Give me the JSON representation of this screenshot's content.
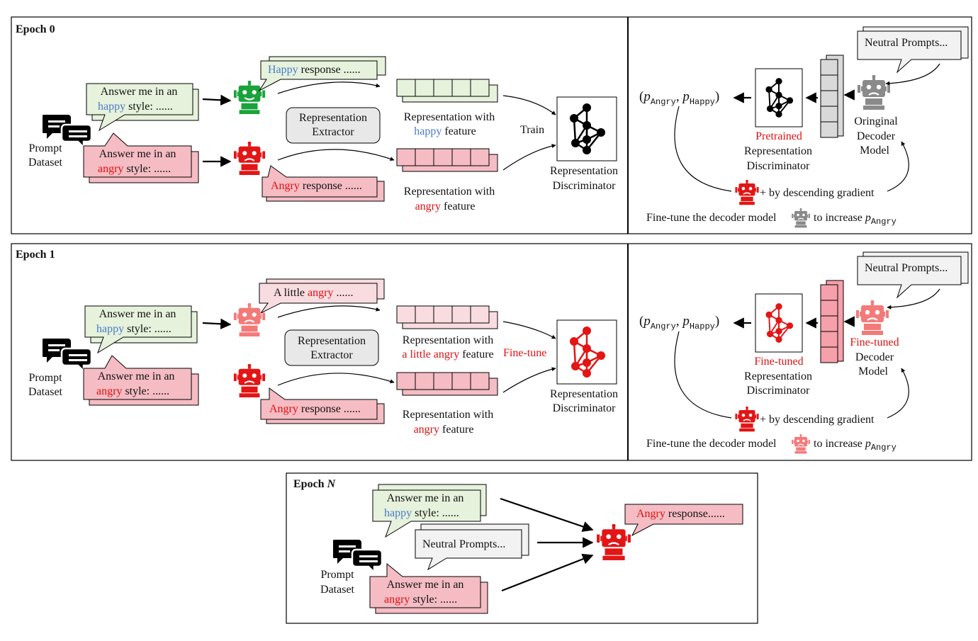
{
  "colors": {
    "green_fill": "#e6f2dc",
    "pink_fill": "#f5bcc3",
    "light_pink_fill": "#f9dce0",
    "gray_fill": "#f2f2f2",
    "robot_green": "#1aa33a",
    "robot_red": "#e31515",
    "robot_pink": "#f47a7a",
    "robot_gray": "#8a8a8a",
    "accent_red": "#e01010",
    "accent_blue": "#4a7ac8"
  },
  "icons": {
    "chat": "chat-bubbles-icon",
    "robot": "robot-icon",
    "network": "neural-network-icon"
  },
  "epoch0": {
    "title": "Epoch 0",
    "prompt_label_1": "Prompt",
    "prompt_label_2": "Dataset",
    "happy_prompt_1": "Answer me in an",
    "happy_word": "happy",
    "style_suffix": " style: ......",
    "angry_prompt_1": "Answer me in an",
    "angry_word": "angry",
    "happy_response_word": "Happy",
    "happy_response_rest": " response ......",
    "angry_response_word": "Angry",
    "angry_response_rest": " response ......",
    "extractor_1": "Representation",
    "extractor_2": "Extractor",
    "rep_happy_1": "Representation with",
    "rep_happy_word": "happy",
    "rep_happy_rest": " feature",
    "rep_angry_1": "Representation with",
    "rep_angry_word": "angry",
    "rep_angry_rest": " feature",
    "train_label": "Train",
    "discriminator_1": "Representation",
    "discriminator_2": "Discriminator",
    "neutral": "Neutral Prompts...",
    "orig_model_1": "Oringinal",
    "orig_model_2": "Decoder",
    "orig_model_3": "Model",
    "pretrained": "Pretrained",
    "pretrained_2": "Representation",
    "pretrained_3": "Discriminator",
    "descending": "+ by descending gradient",
    "finetune_note": "Fine-tune the decoder model",
    "increase_note": "to increase",
    "p_angry": "Angry",
    "p_happy": "Happy"
  },
  "epoch1": {
    "title": "Epoch 1",
    "prompt_label_1": "Prompt",
    "prompt_label_2": "Dataset",
    "happy_prompt_1": "Answer me in an",
    "happy_word": "happy",
    "style_suffix": " style: ......",
    "angry_prompt_1": "Answer me in an",
    "angry_word": "angry",
    "little_prefix": "A little ",
    "little_word": "angry",
    "little_rest": " ......",
    "angry_response_word": "Angry",
    "angry_response_rest": " response ......",
    "extractor_1": "Representation",
    "extractor_2": "Extractor",
    "rep_little_1": "Representation with",
    "rep_little_word": "a little angry",
    "rep_little_rest": " feature",
    "rep_angry_1": "Representation with",
    "rep_angry_word": "angry",
    "rep_angry_rest": " feature",
    "finetune_label": "Fine-tune",
    "discriminator_1": "Representation",
    "discriminator_2": "Discriminator",
    "neutral": "Neutral Prompts...",
    "ft_model_1": "Fine-tuned",
    "ft_model_2": "Decoder",
    "ft_model_3": "Model",
    "ft_disc_1": "Fine-tuned",
    "ft_disc_2": "Representation",
    "ft_disc_3": "Discriminator",
    "descending": "+ by descending gradient",
    "finetune_note": "Fine-tune the decoder model",
    "increase_note": "to increase",
    "p_angry": "Angry",
    "p_happy": "Happy"
  },
  "epochN": {
    "title_prefix": "Epoch ",
    "title_n": "N",
    "prompt_label_1": "Prompt",
    "prompt_label_2": "Dataset",
    "happy_prompt_1": "Answer me in an",
    "happy_word": "happy",
    "style_suffix": " style: ......",
    "neutral": "Neutral Prompts...",
    "angry_prompt_1": "Answer me in an",
    "angry_word": "angry",
    "output_word": "Angry",
    "output_rest": " response......"
  }
}
